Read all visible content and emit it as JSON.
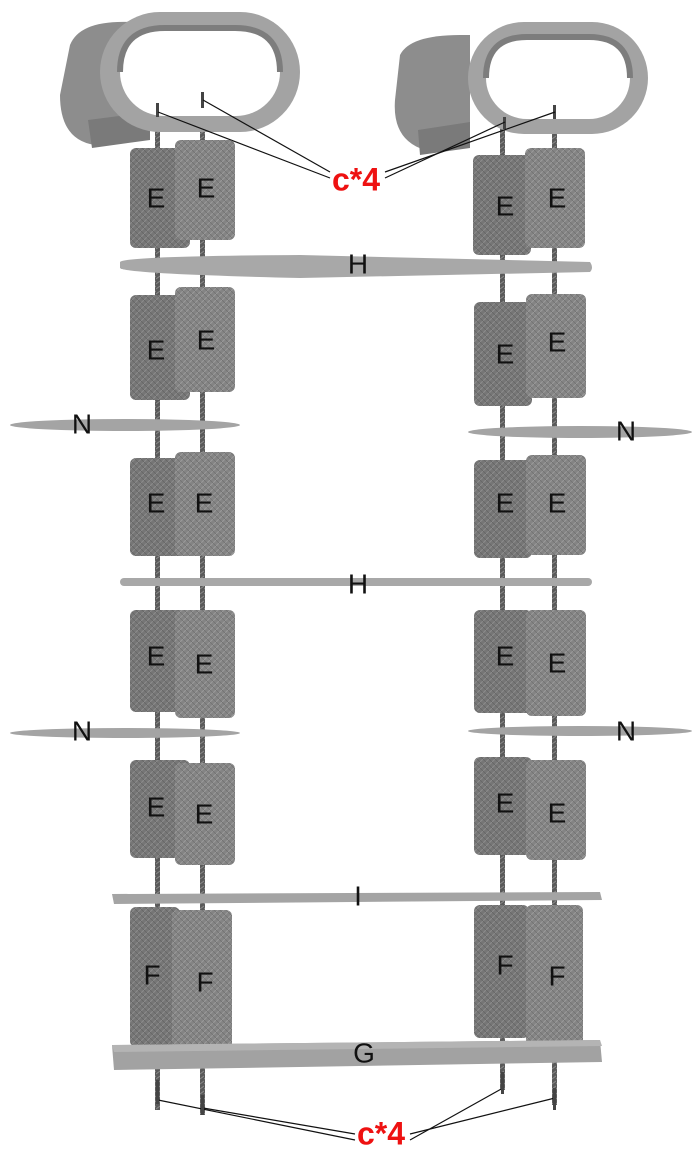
{
  "labels": {
    "coupling": "c*4",
    "E": "E",
    "F": "F",
    "G": "G",
    "H": "H",
    "I": "I",
    "N": "N"
  },
  "colors": {
    "coil": "#6f6f6f",
    "coil_light": "#8a8a8a",
    "plate": "#a6a6a6",
    "ring": "#9b9b9b",
    "ring_dark": "#6e6e6e",
    "rod": "#555555",
    "annotation": "#ee1111"
  }
}
